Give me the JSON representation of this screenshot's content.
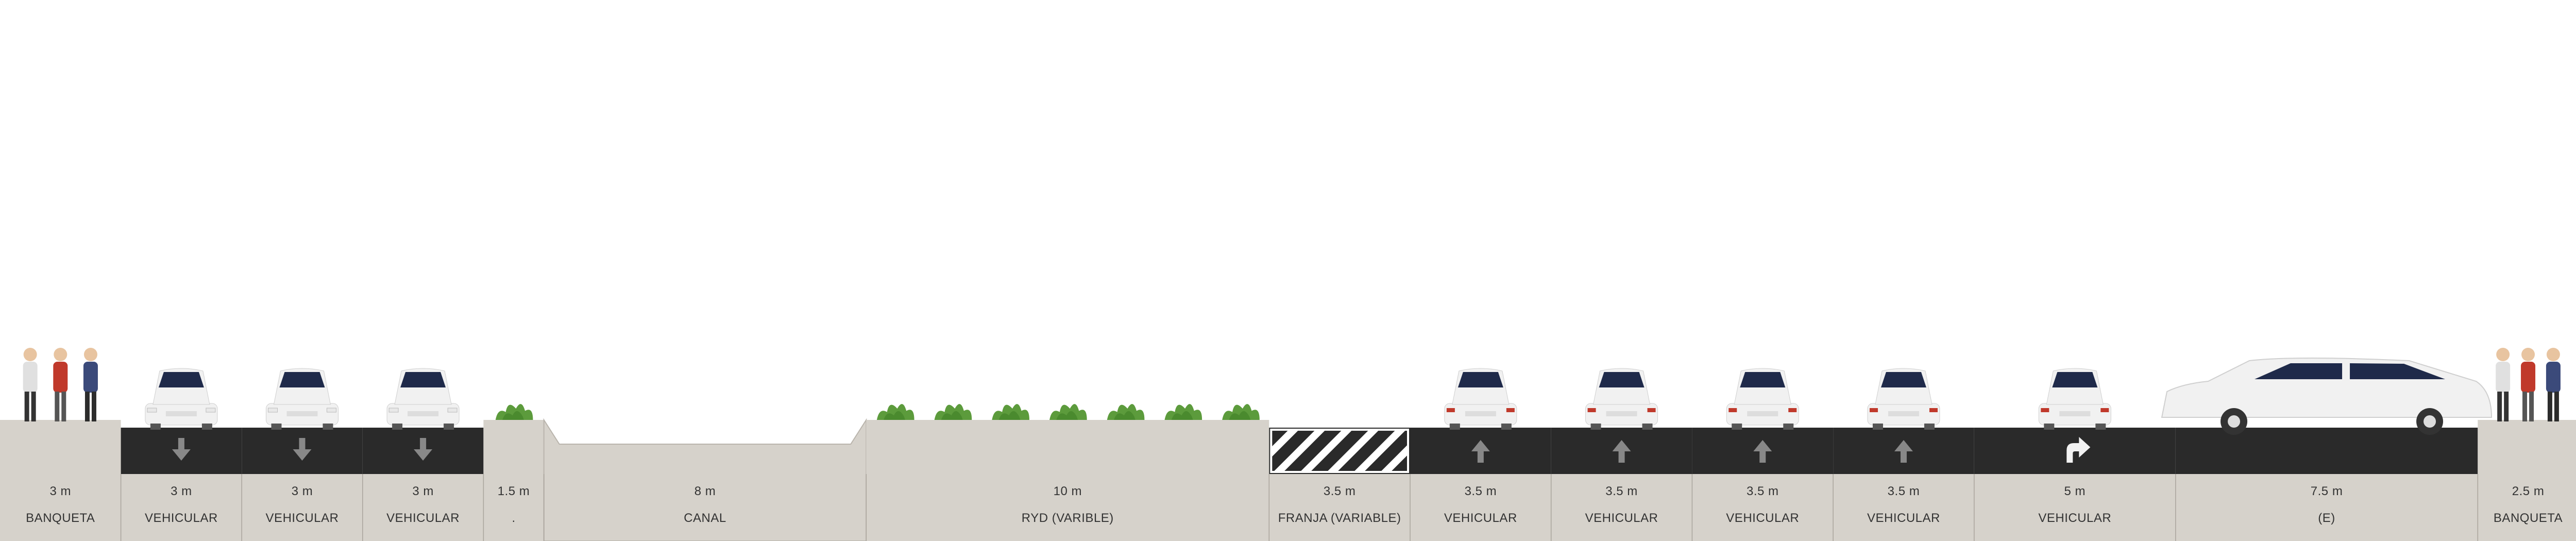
{
  "colors": {
    "sidewalk": "#d6d2cb",
    "asphalt": "#2a2a2a",
    "dirt": "#d6d2cb",
    "plant": "#5c9b3c",
    "car_body": "#f1f1f1",
    "car_glass": "#1f2a4a",
    "label_text": "#333333",
    "divider": "#a9a49c"
  },
  "segments": [
    {
      "width": "3 m",
      "label": "BANQUETA",
      "type": "sidewalk",
      "occupant": "pedestrians",
      "icon": "pedestrians-icon"
    },
    {
      "width": "3 m",
      "label": "VEHICULAR",
      "type": "lane",
      "direction": "down",
      "occupant": "car-front",
      "icon": "arrow-down-icon"
    },
    {
      "width": "3 m",
      "label": "VEHICULAR",
      "type": "lane",
      "direction": "down",
      "occupant": "car-front",
      "icon": "arrow-down-icon"
    },
    {
      "width": "3 m",
      "label": "VEHICULAR",
      "type": "lane",
      "direction": "down",
      "occupant": "car-front",
      "icon": "arrow-down-icon"
    },
    {
      "width": "1.5 m",
      "label": ".",
      "type": "planter",
      "occupant": "shrub",
      "icon": "shrub-icon"
    },
    {
      "width": "8 m",
      "label": "CANAL",
      "type": "canal",
      "icon": "canal-icon"
    },
    {
      "width": "10 m",
      "label": "RYD (VARIBLE)",
      "type": "planter",
      "occupant": "shrubs",
      "icon": "shrub-icon"
    },
    {
      "width": "3.5 m",
      "label": "FRANJA (VARIABLE)",
      "type": "striped",
      "icon": "hatch-icon"
    },
    {
      "width": "3.5 m",
      "label": "VEHICULAR",
      "type": "lane",
      "direction": "up",
      "occupant": "car-rear",
      "icon": "arrow-up-icon"
    },
    {
      "width": "3.5 m",
      "label": "VEHICULAR",
      "type": "lane",
      "direction": "up",
      "occupant": "car-rear",
      "icon": "arrow-up-icon"
    },
    {
      "width": "3.5 m",
      "label": "VEHICULAR",
      "type": "lane",
      "direction": "up",
      "occupant": "car-rear",
      "icon": "arrow-up-icon"
    },
    {
      "width": "3.5 m",
      "label": "VEHICULAR",
      "type": "lane",
      "direction": "up",
      "occupant": "car-rear",
      "icon": "arrow-up-icon"
    },
    {
      "width": "5 m",
      "label": "VEHICULAR",
      "type": "lane",
      "direction": "right-turn",
      "occupant": "car-rear",
      "icon": "turn-right-arrow-icon"
    },
    {
      "width": "7.5 m",
      "label": "(E)",
      "type": "parking",
      "occupant": "car-side",
      "icon": "car-side-icon"
    },
    {
      "width": "2.5 m",
      "label": "BANQUETA",
      "type": "sidewalk",
      "occupant": "pedestrians",
      "icon": "pedestrians-icon"
    }
  ]
}
